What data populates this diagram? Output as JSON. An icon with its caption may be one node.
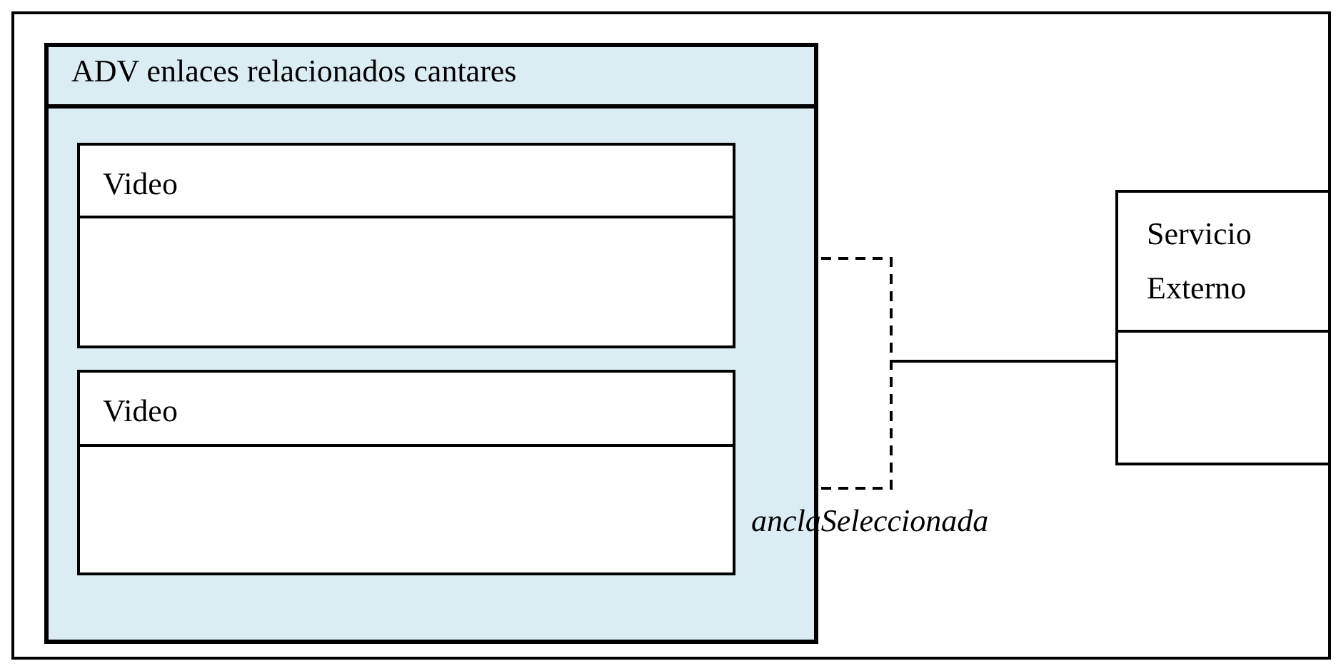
{
  "diagram": {
    "nodes": [
      {
        "text": [
          "ADV enlaces relacionados cantares"
        ]
      },
      {
        "text": [
          "Video"
        ],
        "in": 0
      },
      {
        "text": [
          "Video"
        ],
        "in": 0
      },
      {
        "text": [
          "Servicio Externo"
        ]
      }
    ],
    "edges": [
      {
        "from": 1,
        "to": 3,
        "arrow": "none",
        "style": "dashed"
      },
      {
        "from": 2,
        "to": 3,
        "arrow": "none",
        "style": "dashed",
        "label": "anclaSeleccionada"
      }
    ]
  }
}
